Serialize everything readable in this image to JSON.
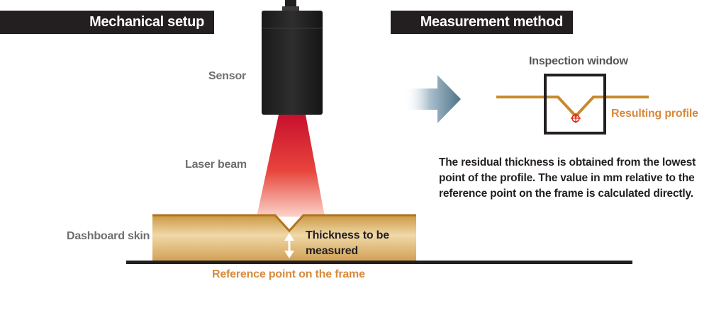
{
  "headers": {
    "mechanical_setup": "Mechanical setup",
    "measurement_method": "Measurement method"
  },
  "labels": {
    "sensor": "Sensor",
    "laser_beam": "Laser beam",
    "dashboard_skin": "Dashboard skin",
    "thickness_line1": "Thickness to be",
    "thickness_line2": "measured",
    "reference_point": "Reference point on the frame",
    "inspection_window": "Inspection window",
    "resulting_profile": "Resulting profile"
  },
  "description": "The residual thickness is obtained from the lowest point of the profile. The value in mm relative to the reference point on the frame is calculated directly.",
  "colors": {
    "banner": "#231f20",
    "orange_text": "#d88a3c",
    "profile_line": "#c78a2c",
    "skin_fill": "#e7c48a",
    "laser": "#e0201f",
    "arrow": "#5c7f95",
    "target_marker": "#e0201f"
  }
}
